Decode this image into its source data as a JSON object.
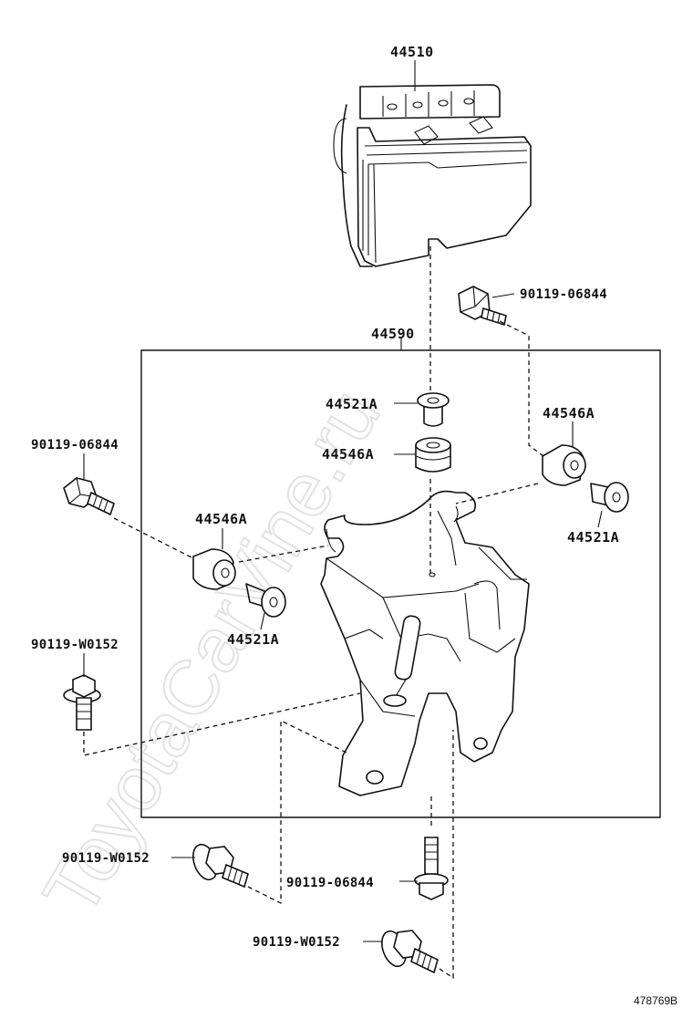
{
  "watermark": "ToyotaCarVine.ru",
  "figure_number": "478769B",
  "labels": {
    "actuator": "44510",
    "bracket": "44590",
    "collar_top": "44521A",
    "cushion_center": "44546A",
    "cushion_right": "44546A",
    "collar_right": "44521A",
    "cushion_left": "44546A",
    "collar_left": "44521A",
    "bolt_top_right": "90119-06844",
    "bolt_left": "90119-06844",
    "bolt_left_lower": "90119-W0152",
    "bolt_bottom_left": "90119-W0152",
    "bolt_bottom_center": "90119-06844",
    "bolt_bottom": "90119-W0152"
  }
}
